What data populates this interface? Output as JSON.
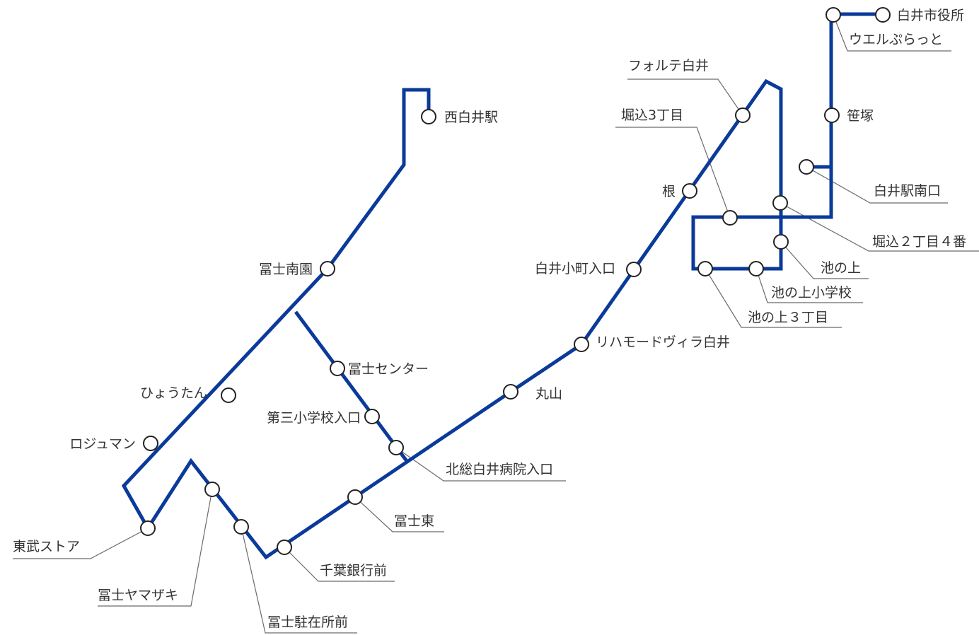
{
  "route_color": "#0a3a9a",
  "stops": {
    "nishi_shiroi_eki": "西白井駅",
    "fuji_nanen": "冨士南園",
    "fuji_center": "冨士センター",
    "daisan_shogakko": "第三小学校入口",
    "hokuso_hospital": "北総白井病院入口",
    "hyoutan": "ひょうたん",
    "rojuman": "ロジュマン",
    "tobu_store": "東武ストア",
    "fuji_yamazaki": "冨士ヤマザキ",
    "fuji_chuzaisho": "冨士駐在所前",
    "chiba_ginko": "千葉銀行前",
    "fuji_higashi": "冨士東",
    "maruyama": "丸山",
    "rihamode": "リハモードヴィラ白井",
    "shiroi_komachi": "白井小町入口",
    "ne": "根",
    "forte_shiroi": "フォルテ白井",
    "horigome_3": "堀込3丁目",
    "horigome_2_4": "堀込２丁目４番",
    "ikenoue": "池の上",
    "ikenoue_school": "池の上小学校",
    "ikenoue_3": "池の上３丁目",
    "shiroi_eki_minami": "白井駅南口",
    "sasazuka": "笹塚",
    "welplatto": "ウエルぷらっと",
    "shiroi_city_hall": "白井市役所"
  }
}
